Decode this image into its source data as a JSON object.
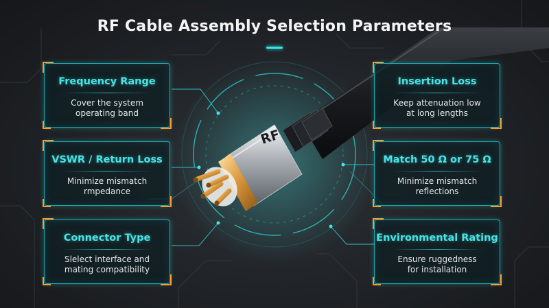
{
  "title": "RF Cable Assembly Selection Parameters",
  "connector_label": "RF",
  "colors": {
    "accent_cyan": "#49e3e6",
    "accent_orange": "#ff9a2e",
    "background": "#1f2226"
  },
  "cards": {
    "frequency_range": {
      "title": "Frequency Range",
      "line1": "Cover the system",
      "line2": "operating band"
    },
    "insertion_loss": {
      "title": "Insertion Loss",
      "line1": "Keep attenuation low",
      "line2": "at long lengths"
    },
    "vswr": {
      "title": "VSWR / Return Loss",
      "line1": "Minimize mismatch",
      "line2": "rmpedance"
    },
    "impedance": {
      "title": "Match 50 Ω or 75 Ω",
      "line1": "Minimize mismatch",
      "line2": "reflections"
    },
    "connector_type": {
      "title": "Connector Type",
      "line1": "Slelect interface and",
      "line2": "mating compatibility"
    },
    "environmental_rating": {
      "title": "Environmental Rating",
      "line1": "Ensure ruggedness",
      "line2": "for installation"
    }
  }
}
